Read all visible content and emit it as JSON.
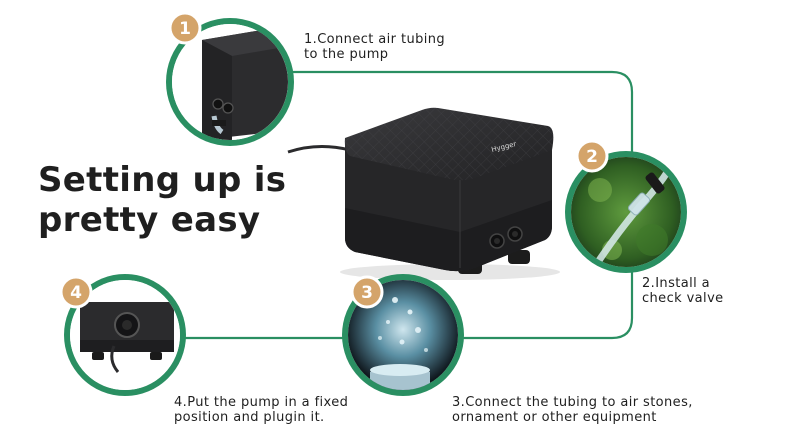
{
  "headline": "Setting up is\npretty easy",
  "brand_text": "Hygger",
  "colors": {
    "green": "#2a8f62",
    "badge": "#d4a46a",
    "pump": "#2b2b2d",
    "text": "#1f1f1f"
  },
  "steps": [
    {
      "number": "1",
      "caption": "1.Connect air tubing\nto the pump"
    },
    {
      "number": "2",
      "caption": "2.Install a\ncheck valve"
    },
    {
      "number": "3",
      "caption": "3.Connect the tubing to air stones,\nornament or other equipment"
    },
    {
      "number": "4",
      "caption": "4.Put the pump in a fixed\nposition and plugin it."
    }
  ]
}
